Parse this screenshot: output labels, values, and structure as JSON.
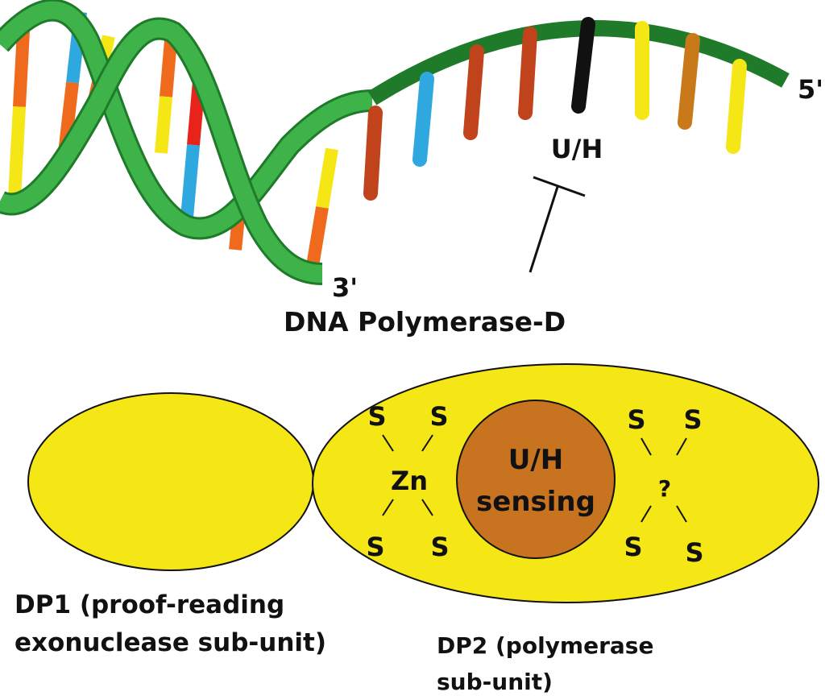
{
  "labels": {
    "end_3": "3'",
    "end_5": "5'",
    "template_base": "U/H",
    "enzyme": "DNA Polymerase-D"
  },
  "subunits": {
    "dp1": {
      "caption_line1": "DP1 (proof-reading",
      "caption_line2": "exonuclease sub-unit)"
    },
    "dp2": {
      "caption_line1": "DP2 (polymerase",
      "caption_line2": "sub-unit)",
      "core_line1": "U/H",
      "core_line2": "sensing",
      "metal_left": "Zn",
      "metal_right": "?",
      "ligand": "S"
    }
  },
  "colors": {
    "backbone": "#2e9b3c",
    "backbone_dark": "#1f7a2a",
    "subunit_fill": "#f5e616",
    "core_fill": "#c8731f",
    "base_red": "#e8231c",
    "base_orange": "#f06a1e",
    "base_blue": "#2fa8e0",
    "base_yellow": "#f5e616",
    "base_rust": "#c0431c",
    "base_black": "#111111",
    "base_ochre": "#c87a1a"
  }
}
